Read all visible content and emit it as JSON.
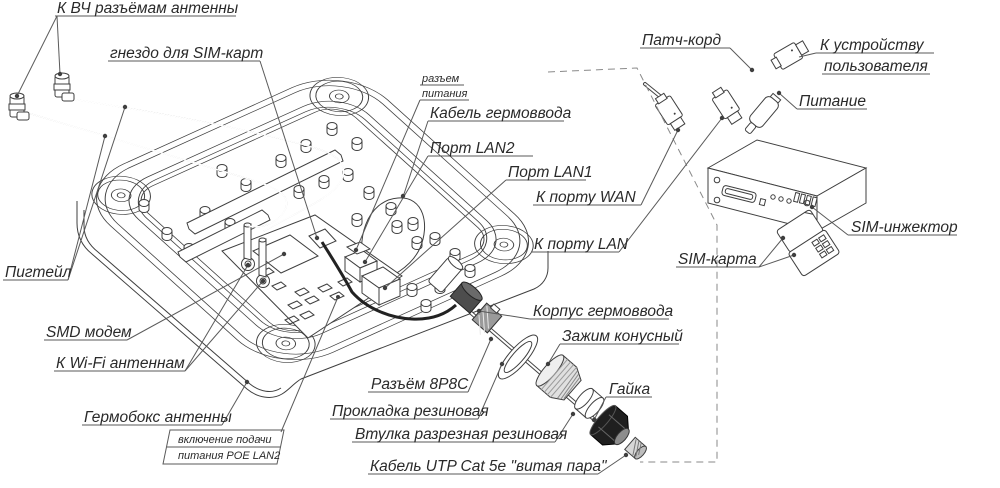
{
  "colors": {
    "background": "#ffffff",
    "line": "#3f3f3f",
    "leader": "#5a5a5a",
    "label_text": "#2a2a2a",
    "dark_part": "#1f1f1f"
  },
  "labels": {
    "rf": "К ВЧ разъёмам антенны",
    "sim_slot": "гнездо для SIM-карт",
    "power_conn_l1": "разъем",
    "power_conn_l2": "питания",
    "gland_cable": "Кабель гермоввода",
    "port_lan2": "Порт LAN2",
    "port_lan1": "Порт LAN1",
    "to_wan": "К порту WAN",
    "to_lan": "К порту LAN",
    "patch_cord": "Патч-корд",
    "to_user_l1": "К устройству",
    "to_user_l2": "пользователя",
    "power": "Питание",
    "sim_injector": "SIM-инжектор",
    "sim_card": "SIM-карта",
    "gland_body": "Корпус гермоввода",
    "cone_clamp": "Зажим конусный",
    "nut": "Гайка",
    "plug_8p8c": "Разъём 8P8C",
    "rubber_gasket": "Прокладка резиновая",
    "split_bushing": "Втулка разрезная резиновая",
    "utp_cable": "Кабель UTP Cat 5e \"витая пара\"",
    "pigtail": "Пигтейл",
    "smd_modem": "SMD модем",
    "to_wifi": "К Wi-Fi антеннам",
    "enclosure": "Гермобокс антенны",
    "poe_note_l1": "включение подачи",
    "poe_note_l2": "питания POE LAN2"
  }
}
